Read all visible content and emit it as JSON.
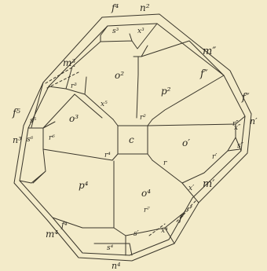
{
  "colors": {
    "paper": "#f3ebc9",
    "line": "#3a362b",
    "label": "#2d2a22"
  },
  "faces": {
    "f4": "f⁴",
    "n2": "n²",
    "s3": "s³",
    "x3": "x³",
    "m3": "m³",
    "m_dprime_top": "m″",
    "r3": "r³",
    "o2": "o²",
    "p2": "p²",
    "f_dprime_a": "f″",
    "f_dprime_b": "f″",
    "o3": "o³",
    "x5": "x⁵",
    "f5": "f⁵",
    "s5": "s⁵",
    "n3": "n³",
    "s6": "s⁶",
    "r6": "r⁶",
    "c": "c",
    "r2": "r²",
    "r_dprime": "r″",
    "o_prime": "o′",
    "r_prime": "r′",
    "n_prime": "n′",
    "s_dprime": "s″",
    "x_dprime": "x″",
    "p4": "p⁴",
    "o4": "o⁴",
    "m_prime": "m′",
    "x_prime": "x′",
    "r4": "r⁴",
    "r_mid": "r",
    "f_prime": "f′",
    "m4": "m⁴",
    "f4_low": "f⁴",
    "r7": "r⁷",
    "s_prime": "s′",
    "x_low": "x⁴",
    "s4": "s⁴",
    "n4": "n⁴"
  }
}
